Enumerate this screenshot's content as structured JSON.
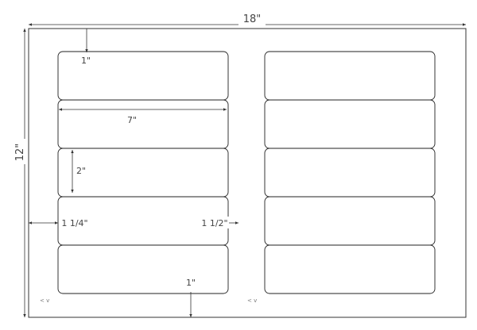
{
  "sheet": {
    "width_label": "18\"",
    "height_label": "12\""
  },
  "dimensions": {
    "top_margin": "1\"",
    "label_width": "7\"",
    "label_height": "2\"",
    "left_margin": "1 1/4\"",
    "gutter": "1 1/2\"",
    "bottom_margin": "1\""
  },
  "layout": {
    "columns": 2,
    "rows": 5
  },
  "marks": {
    "left": "< v",
    "right": "< v"
  },
  "colors": {
    "border": "#222222",
    "dimension_line": "#333333"
  }
}
